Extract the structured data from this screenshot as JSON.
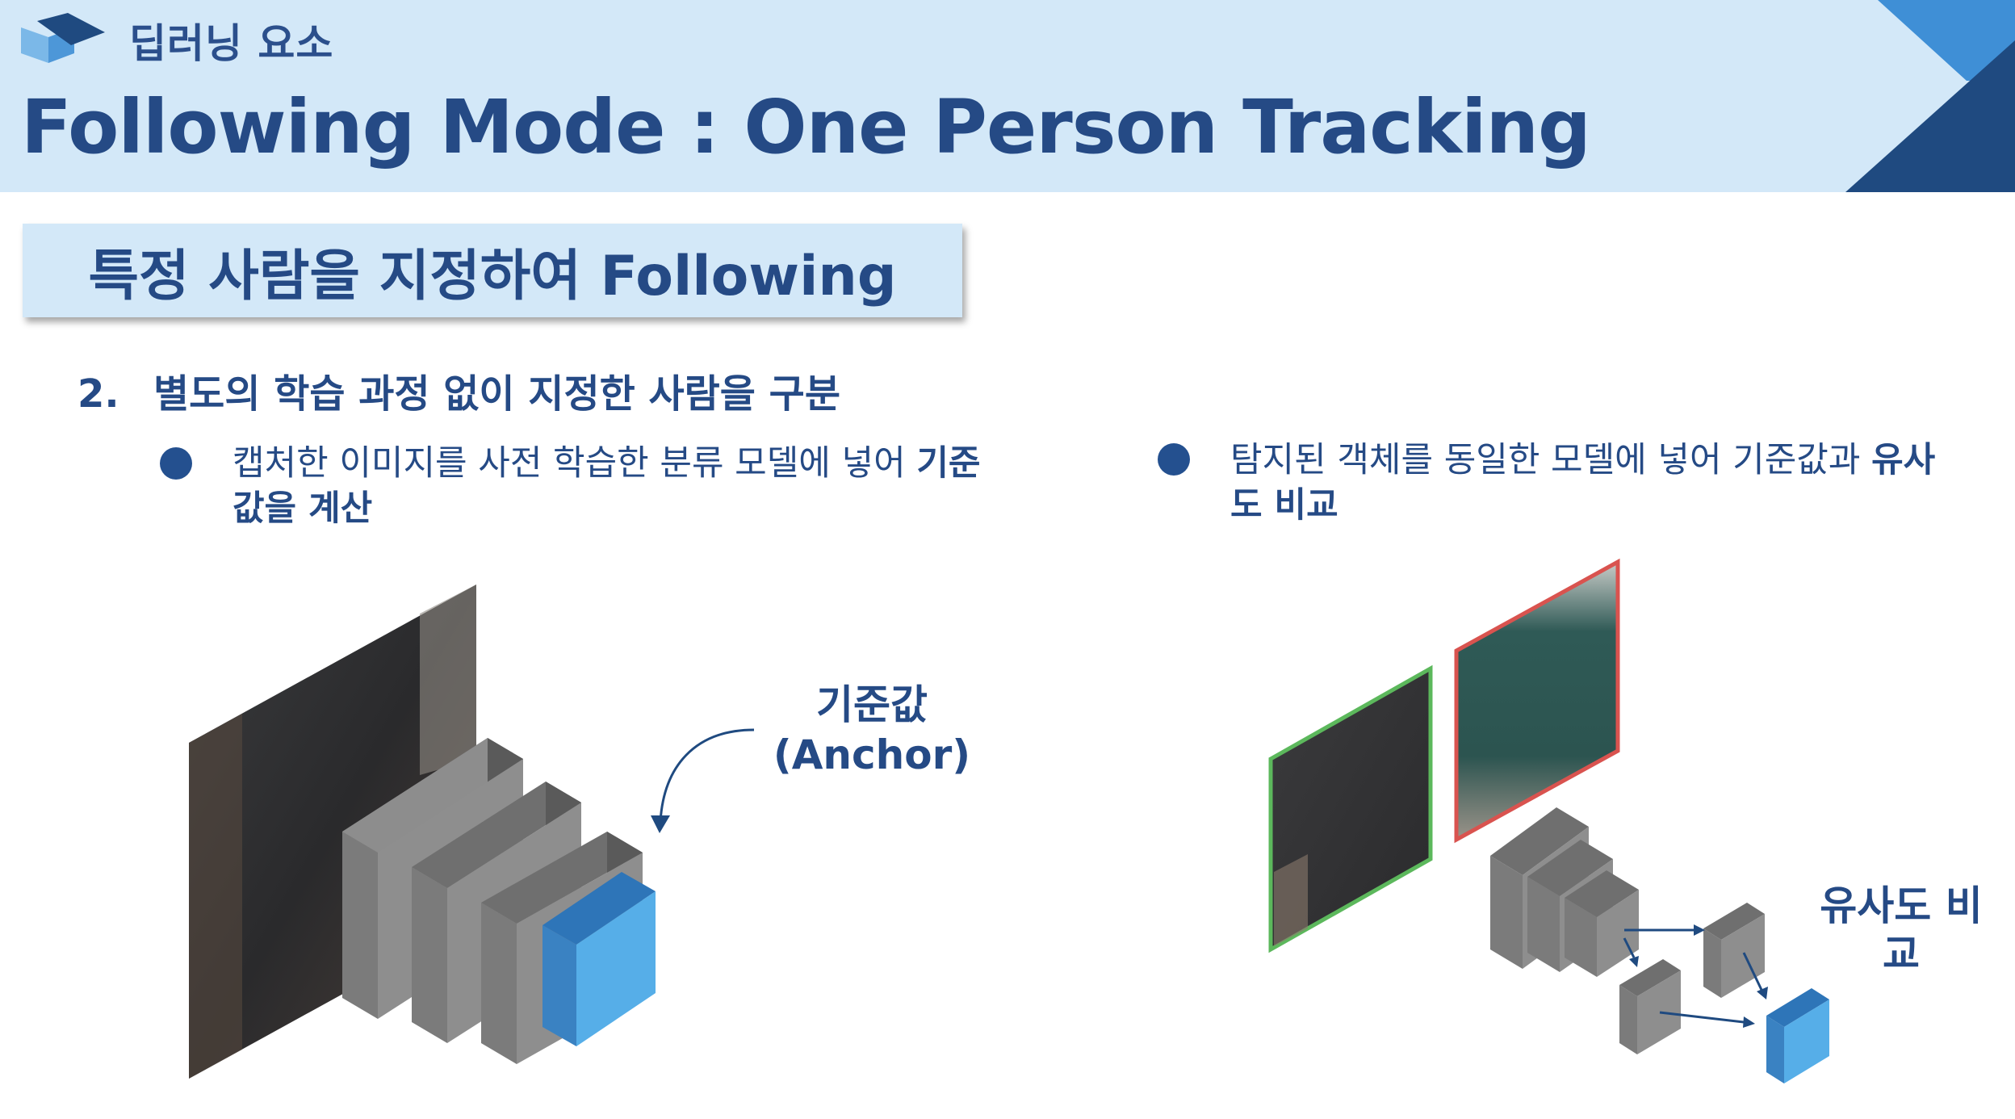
{
  "header": {
    "section_label": "딥러닝 요소",
    "title": "Following Mode : One Person Tracking"
  },
  "subtitle": "특정 사람을 지정하여 Following",
  "point": {
    "number": "2.",
    "text": "별도의 학습 과정 없이 지정한 사람을 구분"
  },
  "bullets": [
    {
      "text_normal": "캡처한 이미지를 사전 학습한 분류 모델에 넣어 ",
      "text_bold": "기준 값을 계산"
    },
    {
      "text_normal": "탐지된 객체를 동일한 모델에 넣어 기준값과 ",
      "text_bold": "유사도 비교"
    }
  ],
  "diagram_left": {
    "anchor_label_line1": "기준값",
    "anchor_label_line2": "(Anchor)"
  },
  "diagram_right": {
    "similarity_label": "유사도 비교"
  },
  "colors": {
    "header_bg": "#d3e8f8",
    "title_text": "#254a85",
    "accent_dark": "#1f4a80",
    "accent_light": "#3f8fd6",
    "output_block": "#56aee8",
    "gray_block": "#8c8c8c",
    "frame_green": "#5cb85c",
    "frame_red": "#d9534f"
  }
}
